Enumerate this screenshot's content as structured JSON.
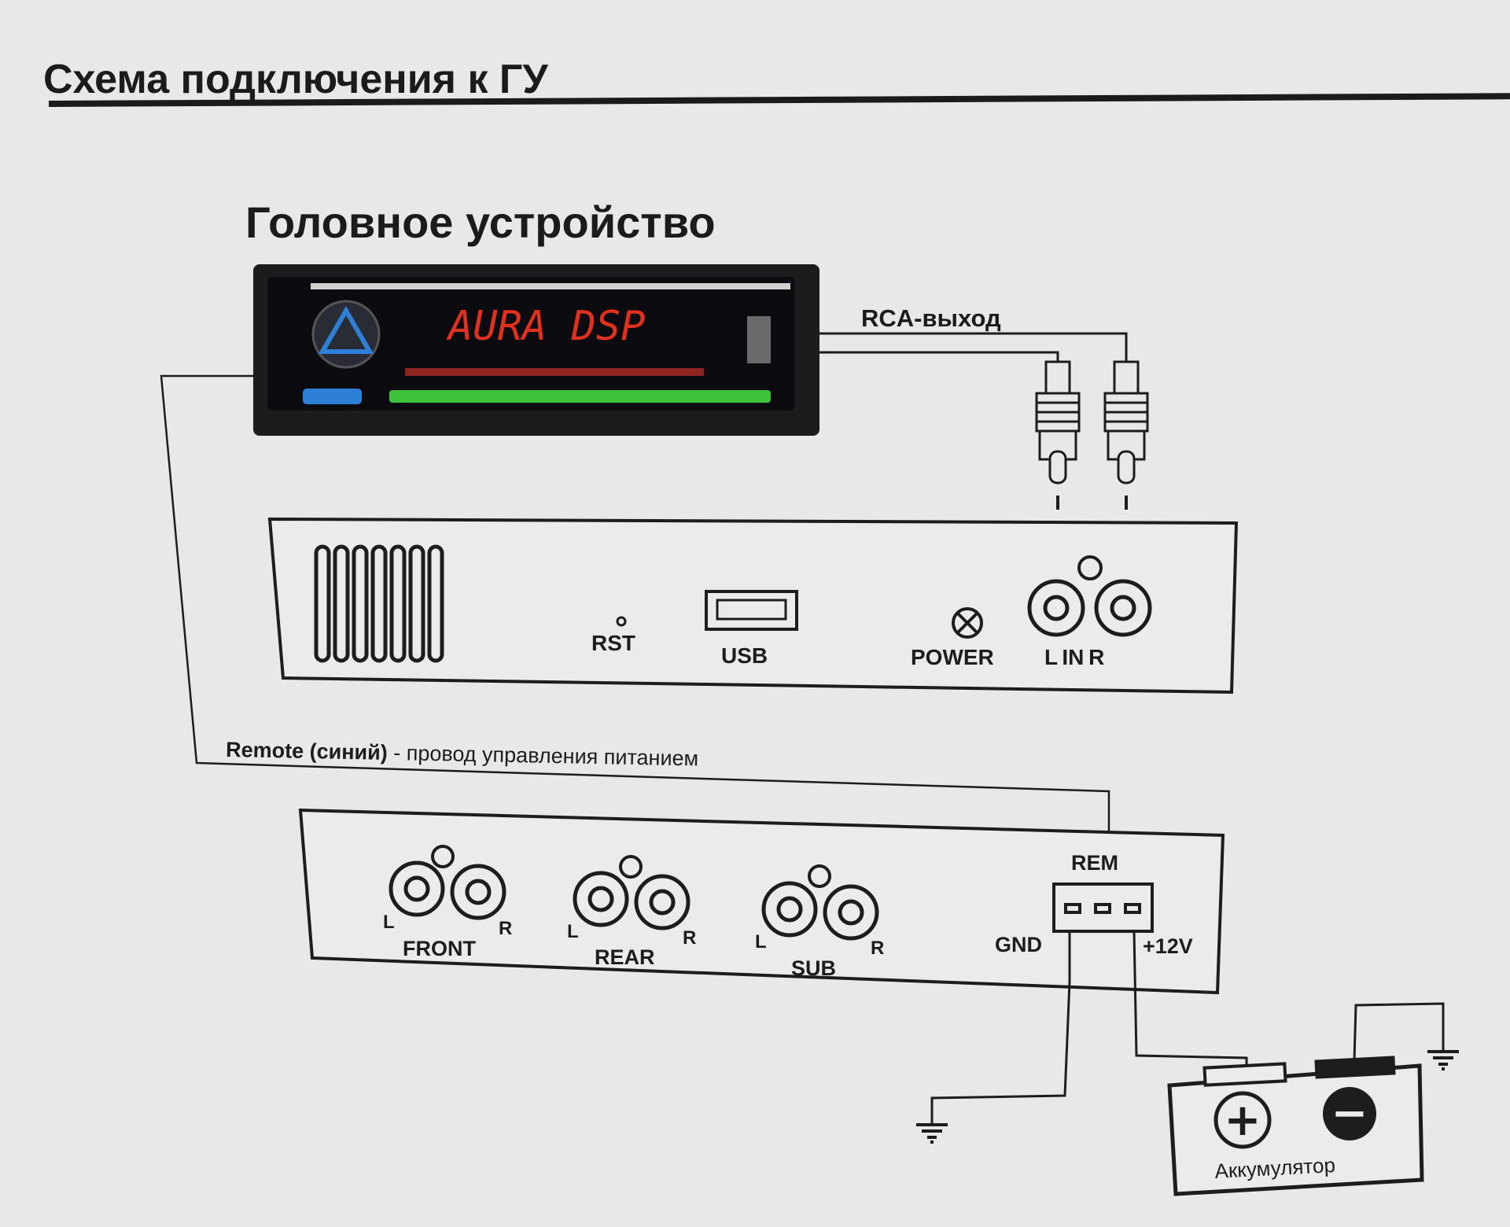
{
  "page": {
    "title": "Схема подключения к ГУ",
    "subtitle": "Головное устройство"
  },
  "head_unit": {
    "display_text": "AURA DSP",
    "rca_out_label": "RCA-выход"
  },
  "processor_panel": {
    "rst_label": "RST",
    "usb_label": "USB",
    "power_label": "POWER",
    "input_label": "L IN R"
  },
  "remote_note": {
    "bold_text": "Remote (синий)",
    "text": " - провод управления питанием"
  },
  "amp_panel": {
    "groups": [
      {
        "name": "FRONT",
        "left": "L",
        "right": "R"
      },
      {
        "name": "REAR",
        "left": "L",
        "right": "R"
      },
      {
        "name": "SUB",
        "left": "L",
        "right": "R"
      }
    ],
    "rem_label": "REM",
    "gnd_label": "GND",
    "plus12_label": "+12V"
  },
  "battery": {
    "label": "Аккумулятор",
    "plus_symbol": "+",
    "minus_symbol": "−"
  },
  "colors": {
    "background": "#e7e9e8",
    "ink": "#1d1d1d",
    "display_red": "#e0301e",
    "display_blue": "#2e7fd6",
    "display_green": "#3fc23c"
  }
}
